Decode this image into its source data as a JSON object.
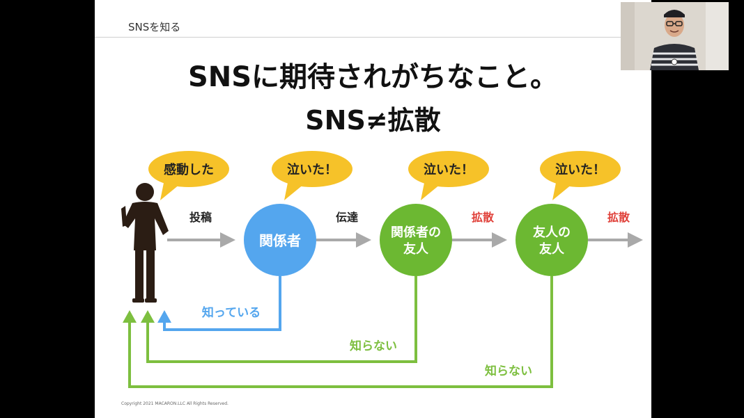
{
  "slide": {
    "header": "SNSを知る",
    "title_line1": "SNSに期待されがちなこと。",
    "title_line2": "SNS≠拡散",
    "copyright": "Copyright 2021 MACARON.LLC All Rights Reserved."
  },
  "diagram": {
    "bubbles": [
      "感動した",
      "泣いた！",
      "泣いた！",
      "泣いた！"
    ],
    "nodes": [
      {
        "line1": "関係者",
        "line2": ""
      },
      {
        "line1": "関係者の",
        "line2": "友人"
      },
      {
        "line1": "友人の",
        "line2": "友人"
      }
    ],
    "arrow_labels": [
      "投稿",
      "伝達",
      "拡散",
      "拡散"
    ],
    "return_labels": [
      "知っている",
      "知らない",
      "知らない"
    ]
  },
  "colors": {
    "bubble": "#f6c229",
    "node_blue": "#54a6ee",
    "node_green": "#6cb832",
    "arrow_gray": "#a9a9a9",
    "spread_red": "#e0413a",
    "line_blue": "#54a6ee",
    "line_green": "#7dbf3f",
    "person": "#2b1d14"
  },
  "webcam": {
    "icon": "presenter-video-feed"
  }
}
